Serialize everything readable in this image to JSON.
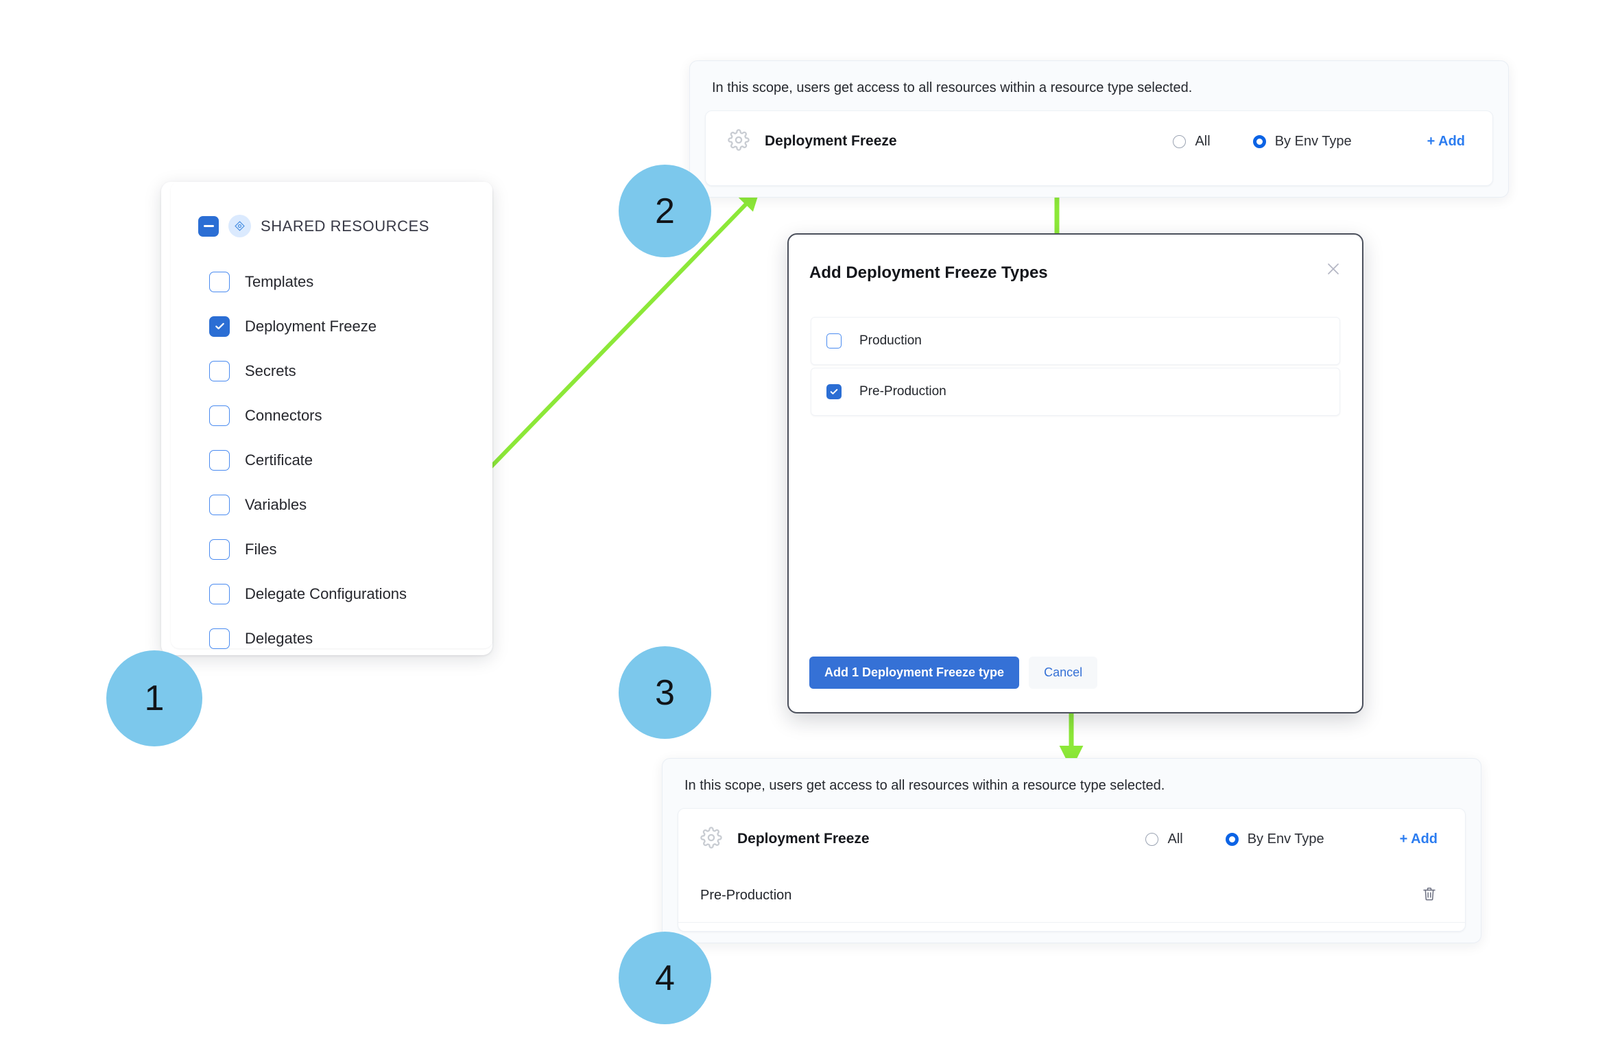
{
  "accent": {
    "brand_blue": "#2b6ed4",
    "link_blue": "#2b7cf0",
    "radio_blue": "#0b63e5",
    "step_circle": "#7CC8EC",
    "arrow_green": "#8CE838"
  },
  "steps": [
    {
      "number": "1"
    },
    {
      "number": "2"
    },
    {
      "number": "3"
    },
    {
      "number": "4"
    }
  ],
  "sidebar": {
    "group_label": "SHARED RESOURCES",
    "group_checkbox_state": "indeterminate",
    "items": [
      {
        "label": "Templates",
        "checked": false
      },
      {
        "label": "Deployment Freeze",
        "checked": true
      },
      {
        "label": "Secrets",
        "checked": false
      },
      {
        "label": "Connectors",
        "checked": false
      },
      {
        "label": "Certificate",
        "checked": false
      },
      {
        "label": "Variables",
        "checked": false
      },
      {
        "label": "Files",
        "checked": false
      },
      {
        "label": "Delegate Configurations",
        "checked": false
      },
      {
        "label": "Delegates",
        "checked": false
      }
    ]
  },
  "scope_panel_top": {
    "caption": "In this scope, users get access to all resources within a resource type selected.",
    "resource_name": "Deployment Freeze",
    "radio_all_label": "All",
    "radio_env_label": "By Env Type",
    "selected_radio": "By Env Type",
    "add_label": "+ Add",
    "env_rows": []
  },
  "scope_panel_bottom": {
    "caption": "In this scope, users get access to all resources within a resource type selected.",
    "resource_name": "Deployment Freeze",
    "radio_all_label": "All",
    "radio_env_label": "By Env Type",
    "selected_radio": "By Env Type",
    "add_label": "+ Add",
    "env_rows": [
      {
        "label": "Pre-Production"
      }
    ]
  },
  "modal": {
    "title": "Add Deployment Freeze Types",
    "close_label": "",
    "items": [
      {
        "label": "Production",
        "checked": false
      },
      {
        "label": "Pre-Production",
        "checked": true
      }
    ],
    "primary_button": "Add 1 Deployment Freeze type",
    "secondary_button": "Cancel"
  }
}
